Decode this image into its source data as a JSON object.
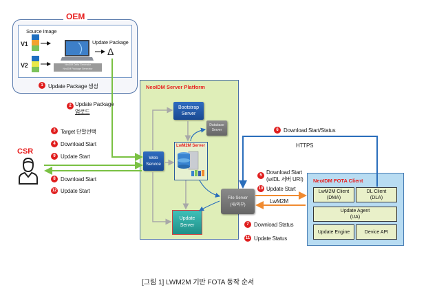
{
  "oem": {
    "title": "OEM",
    "source_image_label": "Source Image",
    "v1_label": "V1",
    "v2_label": "V2",
    "generator_label_1": "NeoDM Delta Generator",
    "generator_label_2": "NeoDM Package Generator",
    "update_package_label": "Update Package",
    "delta_symbol": "Δ",
    "step1": {
      "num": "1",
      "label": "Update Package 생성"
    }
  },
  "steps": {
    "step2": {
      "num": "2",
      "label_1": "Update Package",
      "label_2": "업로드"
    },
    "step3": {
      "num": "3",
      "label": "Target 단말선택"
    },
    "step4": {
      "num": "4",
      "label": "Download Start"
    },
    "step9": {
      "num": "9",
      "label": "Update Start"
    },
    "step8": {
      "num": "8",
      "label": "Download Start"
    },
    "step12": {
      "num": "12",
      "label": "Update Start"
    },
    "step6": {
      "num": "6",
      "label": "Download Start/Status"
    },
    "step5": {
      "num": "5",
      "label_1": "Download Start",
      "label_2": "(w/DL 서버 URI)"
    },
    "step10": {
      "num": "10",
      "label": "Update Start"
    },
    "step7": {
      "num": "7",
      "label": "Download Status"
    },
    "step11": {
      "num": "11",
      "label": "Update Status"
    }
  },
  "csr": {
    "title": "CSR"
  },
  "platform": {
    "title": "NeoIDM Server Platform",
    "bootstrap_1": "Bootstrap",
    "bootstrap_2": "Server",
    "database_1": "Database",
    "database_2": "Server",
    "web_1": "Web",
    "web_2": "Service",
    "lwm2m_server": "LwM2M Server",
    "update_1": "Update",
    "update_2": "Server"
  },
  "file_server": {
    "label_1": "File Server",
    "label_2": "(내/외부)"
  },
  "protocols": {
    "https": "HTTPS",
    "lwm2m": "LwM2M"
  },
  "client": {
    "title": "NeoIDM FOTA Client",
    "dma_1": "LwM2M Client",
    "dma_2": "(DMA)",
    "dla_1": "DL Client",
    "dla_2": "(DLA)",
    "ua_1": "Update Agent",
    "ua_2": "(UA)",
    "engine": "Update Engine",
    "device_api": "Device API"
  },
  "caption": "[그림 1] LWM2M 기반 FOTA 동작 순서",
  "colors": {
    "accent_red": "#e82020",
    "green_line": "#7ac143",
    "blue_line": "#2a6ebb",
    "orange_line": "#f08a30"
  }
}
